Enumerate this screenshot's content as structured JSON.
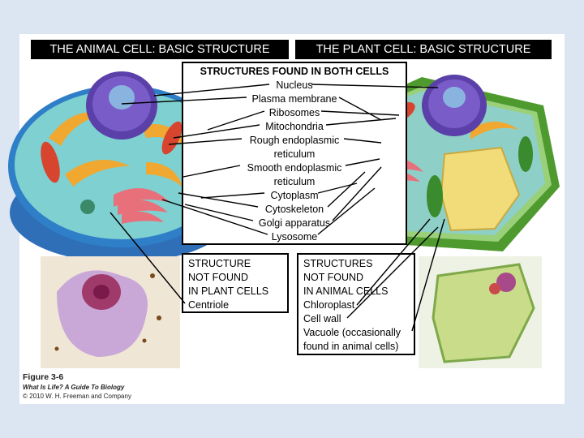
{
  "headers": {
    "animal": "THE ANIMAL CELL: BASIC STRUCTURE",
    "plant": "THE PLANT CELL: BASIC STRUCTURE"
  },
  "both_cells": {
    "title": "STRUCTURES FOUND IN BOTH CELLS",
    "items": [
      "Nucleus",
      "Plasma membrane",
      "Ribosomes",
      "Mitochondria",
      "Rough endoplasmic",
      "reticulum",
      "Smooth endoplasmic",
      "reticulum",
      "Cytoplasm",
      "Cytoskeleton",
      "Golgi apparatus",
      "Lysosome"
    ]
  },
  "not_in_plant": {
    "lines": [
      "STRUCTURE",
      "NOT FOUND",
      "IN PLANT CELLS",
      "Centriole"
    ]
  },
  "not_in_animal": {
    "lines": [
      "STRUCTURES",
      "NOT FOUND",
      "IN ANIMAL CELLS",
      "Chloroplast",
      "Cell wall",
      "Vacuole (occasionally",
      "found in animal cells)"
    ]
  },
  "credits": {
    "figure": "Figure 3-6",
    "book": "What Is Life? A Guide To Biology",
    "copyright": "© 2010 W. H. Freeman and Company"
  },
  "colors": {
    "background": "#dce6f2",
    "animal_cytoplasm": "#7fd0d0",
    "animal_membrane": "#2f7fc8",
    "nucleus": "#7a5cc8",
    "plant_cell_wall": "#6fb43c",
    "vacuole": "#f2dc7a",
    "mitochondria": "#d8452e",
    "golgi": "#e8707a",
    "rough_er": "#f0a830"
  }
}
